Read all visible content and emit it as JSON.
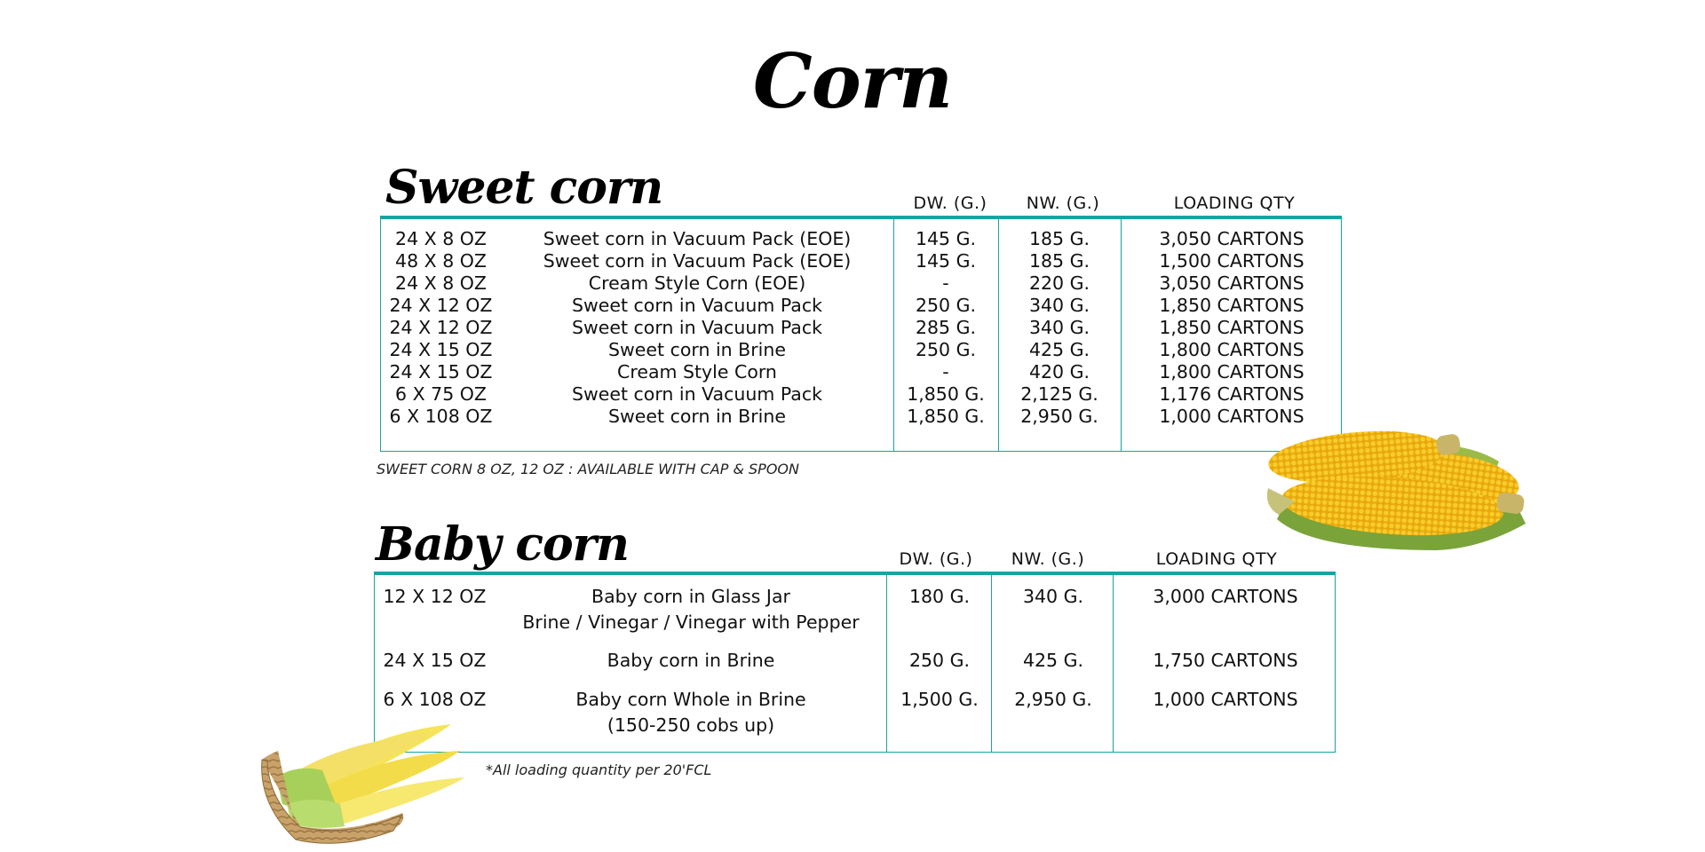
{
  "title": "Corn",
  "sweet": {
    "heading": "Sweet corn",
    "columns": {
      "dw": "DW. (G.)",
      "nw": "NW. (G.)",
      "qty": "LOADING QTY"
    },
    "rows": [
      {
        "pack": "24 X 8 OZ",
        "product": "Sweet corn in Vacuum Pack (EOE)",
        "dw": "145 G.",
        "nw": "185 G.",
        "qty": "3,050 CARTONS"
      },
      {
        "pack": "48 X 8 OZ",
        "product": "Sweet corn in Vacuum Pack (EOE)",
        "dw": "145 G.",
        "nw": "185 G.",
        "qty": "1,500 CARTONS"
      },
      {
        "pack": "24 X 8 OZ",
        "product": "Cream Style Corn (EOE)",
        "dw": "-",
        "nw": "220 G.",
        "qty": "3,050 CARTONS"
      },
      {
        "pack": "24 X 12 OZ",
        "product": "Sweet corn in Vacuum Pack",
        "dw": "250 G.",
        "nw": "340 G.",
        "qty": "1,850 CARTONS"
      },
      {
        "pack": "24 X 12 OZ",
        "product": "Sweet corn in Vacuum Pack",
        "dw": "285 G.",
        "nw": "340 G.",
        "qty": "1,850 CARTONS"
      },
      {
        "pack": "24 X 15 OZ",
        "product": "Sweet corn in Brine",
        "dw": "250 G.",
        "nw": "425 G.",
        "qty": "1,800 CARTONS"
      },
      {
        "pack": "24 X 15 OZ",
        "product": "Cream Style Corn",
        "dw": "-",
        "nw": "420 G.",
        "qty": "1,800 CARTONS"
      },
      {
        "pack": "6 X 75 OZ",
        "product": "Sweet corn in Vacuum Pack",
        "dw": "1,850 G.",
        "nw": "2,125 G.",
        "qty": "1,176 CARTONS"
      },
      {
        "pack": "6 X 108 OZ",
        "product": "Sweet corn in Brine",
        "dw": "1,850 G.",
        "nw": "2,950 G.",
        "qty": "1,000 CARTONS"
      }
    ],
    "note": "SWEET CORN 8 OZ, 12 OZ  :  AVAILABLE WITH CAP & SPOON"
  },
  "baby": {
    "heading": "Baby corn",
    "columns": {
      "dw": "DW. (G.)",
      "nw": "NW. (G.)",
      "qty": "LOADING QTY"
    },
    "rows": [
      {
        "pack": "12 X 12 OZ",
        "product": "Baby corn in Glass Jar",
        "product2": "Brine / Vinegar / Vinegar with Pepper",
        "dw": "180 G.",
        "nw": "340 G.",
        "qty": "3,000 CARTONS"
      },
      {
        "pack": "24 X 15 OZ",
        "product": "Baby corn in Brine",
        "product2": "",
        "dw": "250 G.",
        "nw": "425 G.",
        "qty": "1,750 CARTONS"
      },
      {
        "pack": "6 X 108 OZ",
        "product": "Baby corn Whole in Brine",
        "product2": "(150-250 cobs up)",
        "dw": "1,500 G.",
        "nw": "2,950 G.",
        "qty": "1,000 CARTONS"
      }
    ],
    "note": "*All loading quantity per 20'FCL"
  },
  "images": {
    "sweet": "sweet-corn-cobs-image",
    "baby": "baby-corn-basket-image"
  },
  "colors": {
    "border": "#1aa3a3",
    "text": "#111111"
  }
}
